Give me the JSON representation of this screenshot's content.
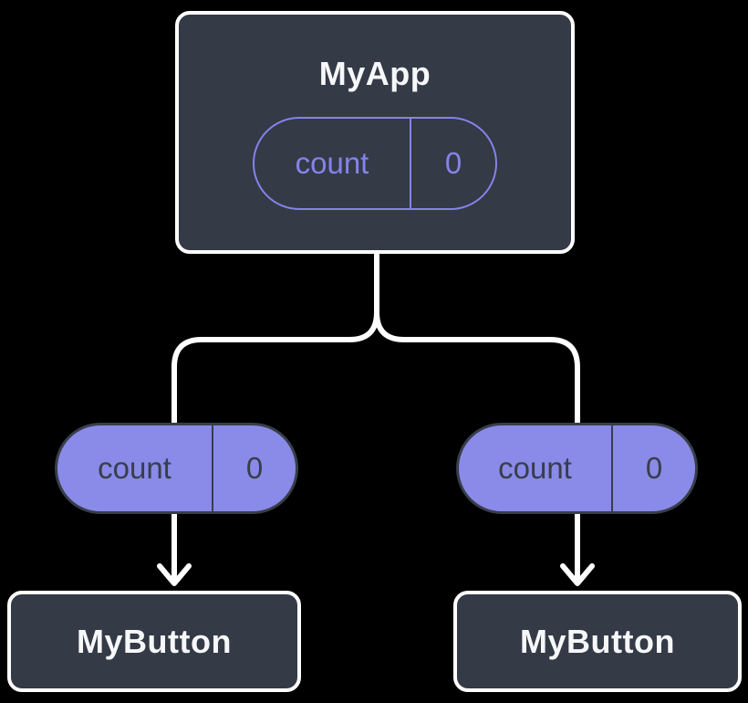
{
  "diagram": {
    "background": "#000000",
    "root": {
      "title": "MyApp",
      "state": {
        "name": "count",
        "value": "0"
      }
    },
    "children": [
      {
        "title": "MyButton",
        "prop": {
          "name": "count",
          "value": "0"
        }
      },
      {
        "title": "MyButton",
        "prop": {
          "name": "count",
          "value": "0"
        }
      }
    ],
    "icons": {
      "left_arrow": "down-arrow",
      "right_arrow": "down-arrow"
    },
    "colors": {
      "background": "#000000",
      "box_fill": "#343a46",
      "box_border": "#ffffff",
      "title_text": "#f6f7f9",
      "pill_outline": "#8583e8",
      "pill_fill": "#8a8ae8",
      "pill_dark": "#383e4a",
      "connector": "#ffffff"
    }
  }
}
